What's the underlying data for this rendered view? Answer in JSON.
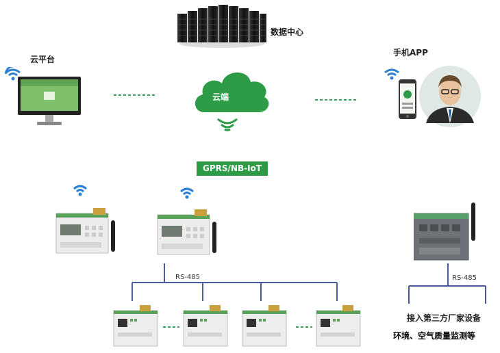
{
  "nodes": {
    "data_center": "数据中心",
    "cloud_platform": "云平台",
    "mobile_app": "手机APP",
    "cloud": "云端"
  },
  "protocol": "GPRS/NB-IoT",
  "bus_left": "RS-485",
  "bus_right": "RS-485",
  "third_party": {
    "line1": "接入第三方厂家设备",
    "line2": "环境、空气质量监测等"
  },
  "colors": {
    "accent_green": "#2e9b47",
    "wifi_blue": "#2a7fd4",
    "bus_line": "#4a5aa0",
    "dashed_green": "#3aa35a"
  }
}
